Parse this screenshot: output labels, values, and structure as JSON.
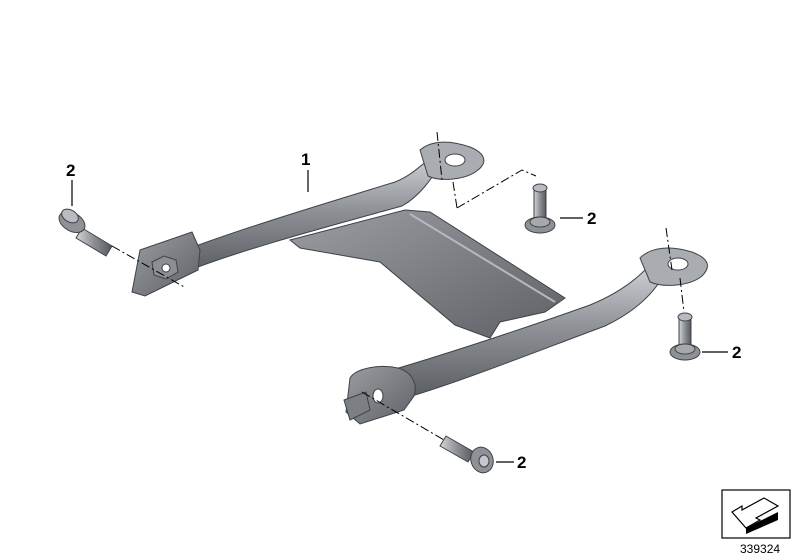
{
  "diagram": {
    "callouts": [
      {
        "id": "c1",
        "label": "1"
      },
      {
        "id": "c2a",
        "label": "2"
      },
      {
        "id": "c2b",
        "label": "2"
      },
      {
        "id": "c2c",
        "label": "2"
      },
      {
        "id": "c2d",
        "label": "2"
      }
    ],
    "reference_number": "339324",
    "colors": {
      "part_dark": "#6b6e72",
      "part_mid": "#8d9094",
      "part_light": "#c8cbce",
      "line": "#000000"
    },
    "icons": [
      "navigation-arrow-icon"
    ]
  }
}
